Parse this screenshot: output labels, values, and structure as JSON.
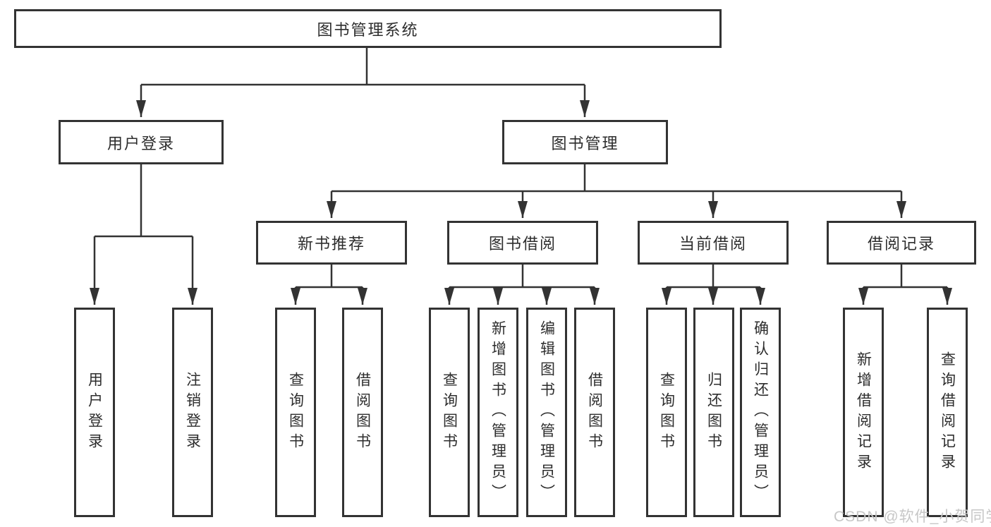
{
  "diagram": {
    "title": "图书管理系统",
    "level2": [
      {
        "label": "用户登录"
      },
      {
        "label": "图书管理"
      }
    ],
    "level3": [
      {
        "label": "新书推荐",
        "parent": "图书管理"
      },
      {
        "label": "图书借阅",
        "parent": "图书管理"
      },
      {
        "label": "当前借阅",
        "parent": "图书管理"
      },
      {
        "label": "借阅记录",
        "parent": "图书管理"
      }
    ],
    "leaves": [
      {
        "label": "用户登录",
        "parent": "用户登录"
      },
      {
        "label": "注销登录",
        "parent": "用户登录"
      },
      {
        "label": "查询图书",
        "parent": "新书推荐"
      },
      {
        "label": "借阅图书",
        "parent": "新书推荐"
      },
      {
        "label": "查询图书",
        "parent": "图书借阅"
      },
      {
        "label": "新增图书（管理员）",
        "parent": "图书借阅"
      },
      {
        "label": "编辑图书（管理员）",
        "parent": "图书借阅"
      },
      {
        "label": "借阅图书",
        "parent": "图书借阅"
      },
      {
        "label": "查询图书",
        "parent": "当前借阅"
      },
      {
        "label": "归还图书",
        "parent": "当前借阅"
      },
      {
        "label": "确认归还（管理员）",
        "parent": "当前借阅"
      },
      {
        "label": "新增借阅记录",
        "parent": "借阅记录"
      },
      {
        "label": "查询借阅记录",
        "parent": "借阅记录"
      }
    ]
  },
  "watermark": "CSDN @软件_小贺同学",
  "colors": {
    "line": "#333333",
    "box_border": "#333333",
    "text": "#2d2d2d",
    "watermark": "#c7c7c7",
    "background": "#ffffff"
  }
}
